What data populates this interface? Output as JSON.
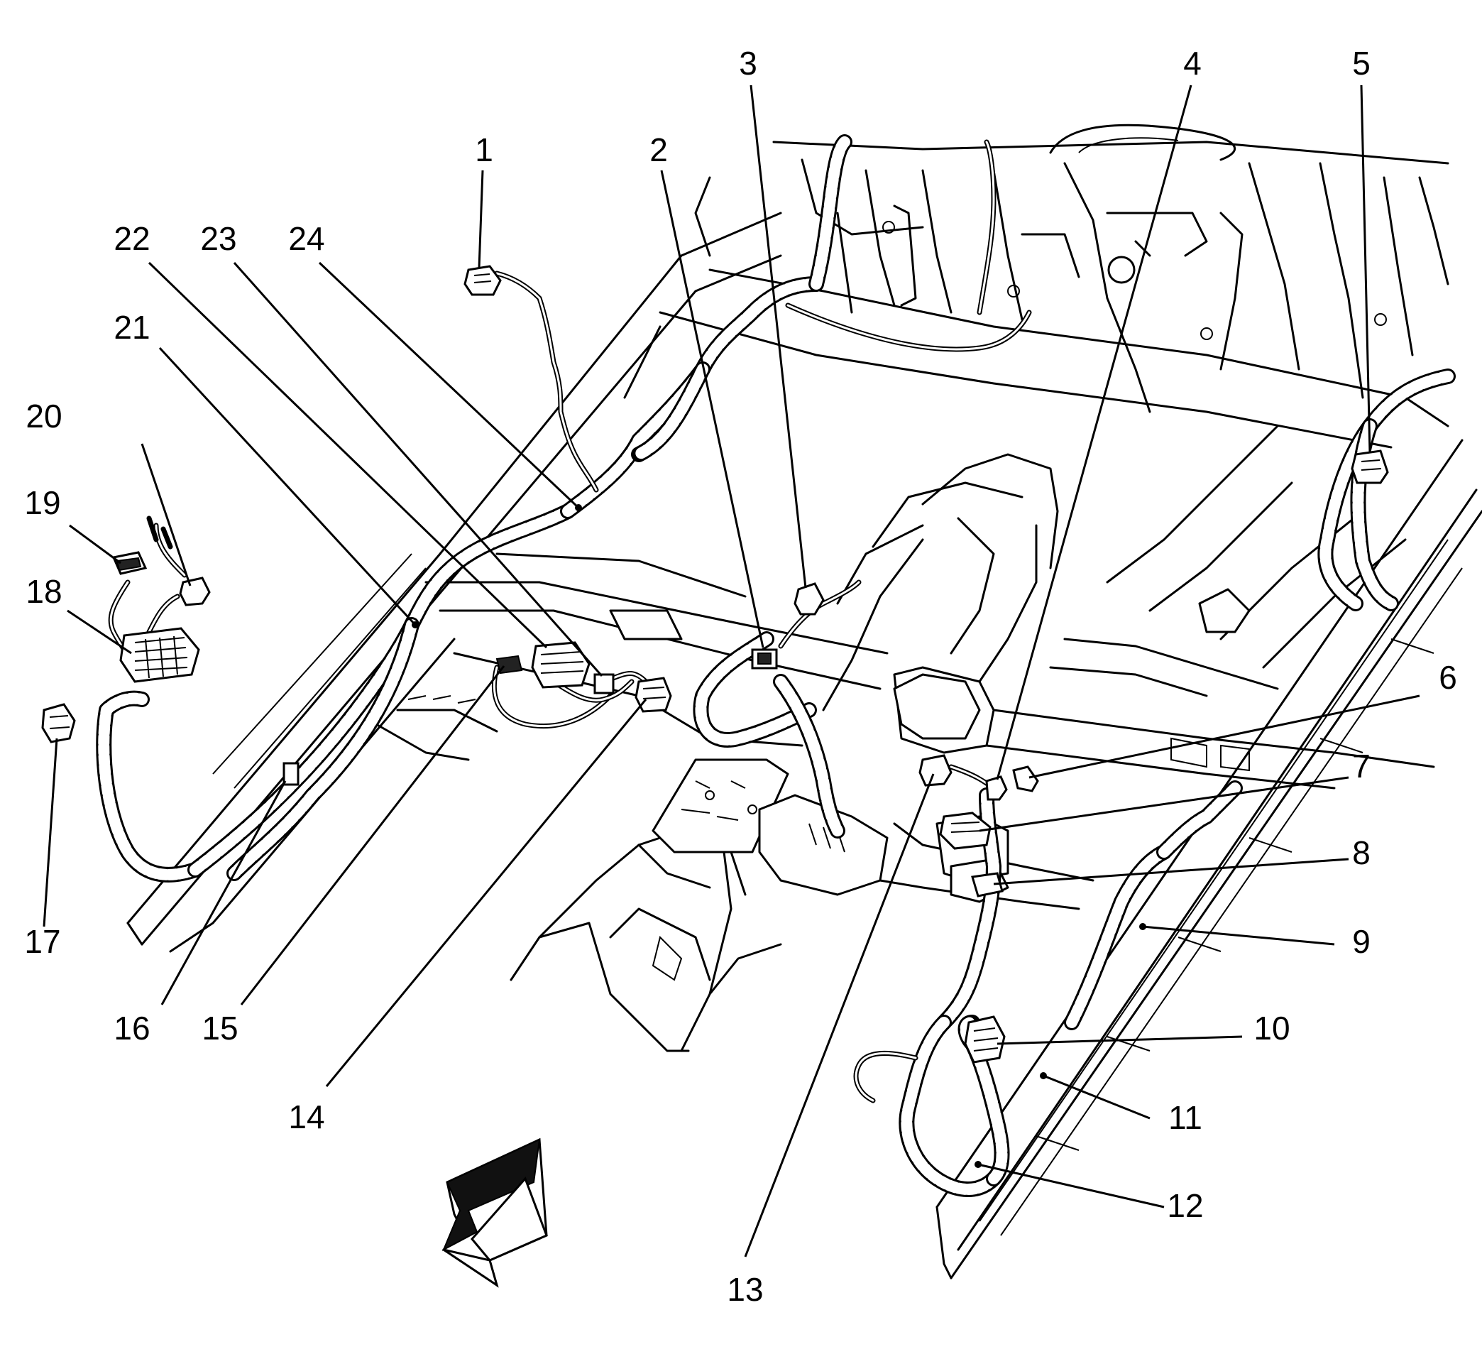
{
  "diagram": {
    "callouts": [
      {
        "id": 1,
        "label": "1"
      },
      {
        "id": 2,
        "label": "2"
      },
      {
        "id": 3,
        "label": "3"
      },
      {
        "id": 4,
        "label": "4"
      },
      {
        "id": 5,
        "label": "5"
      },
      {
        "id": 6,
        "label": "6"
      },
      {
        "id": 7,
        "label": "7"
      },
      {
        "id": 8,
        "label": "8"
      },
      {
        "id": 9,
        "label": "9"
      },
      {
        "id": 10,
        "label": "10"
      },
      {
        "id": 11,
        "label": "11"
      },
      {
        "id": 12,
        "label": "12"
      },
      {
        "id": 13,
        "label": "13"
      },
      {
        "id": 14,
        "label": "14"
      },
      {
        "id": 15,
        "label": "15"
      },
      {
        "id": 16,
        "label": "16"
      },
      {
        "id": 17,
        "label": "17"
      },
      {
        "id": 18,
        "label": "18"
      },
      {
        "id": 19,
        "label": "19"
      },
      {
        "id": 20,
        "label": "20"
      },
      {
        "id": 21,
        "label": "21"
      },
      {
        "id": 22,
        "label": "22"
      },
      {
        "id": 23,
        "label": "23"
      },
      {
        "id": 24,
        "label": "24"
      }
    ],
    "direction_arrow": {
      "icon": "front-direction-arrow-icon"
    }
  }
}
